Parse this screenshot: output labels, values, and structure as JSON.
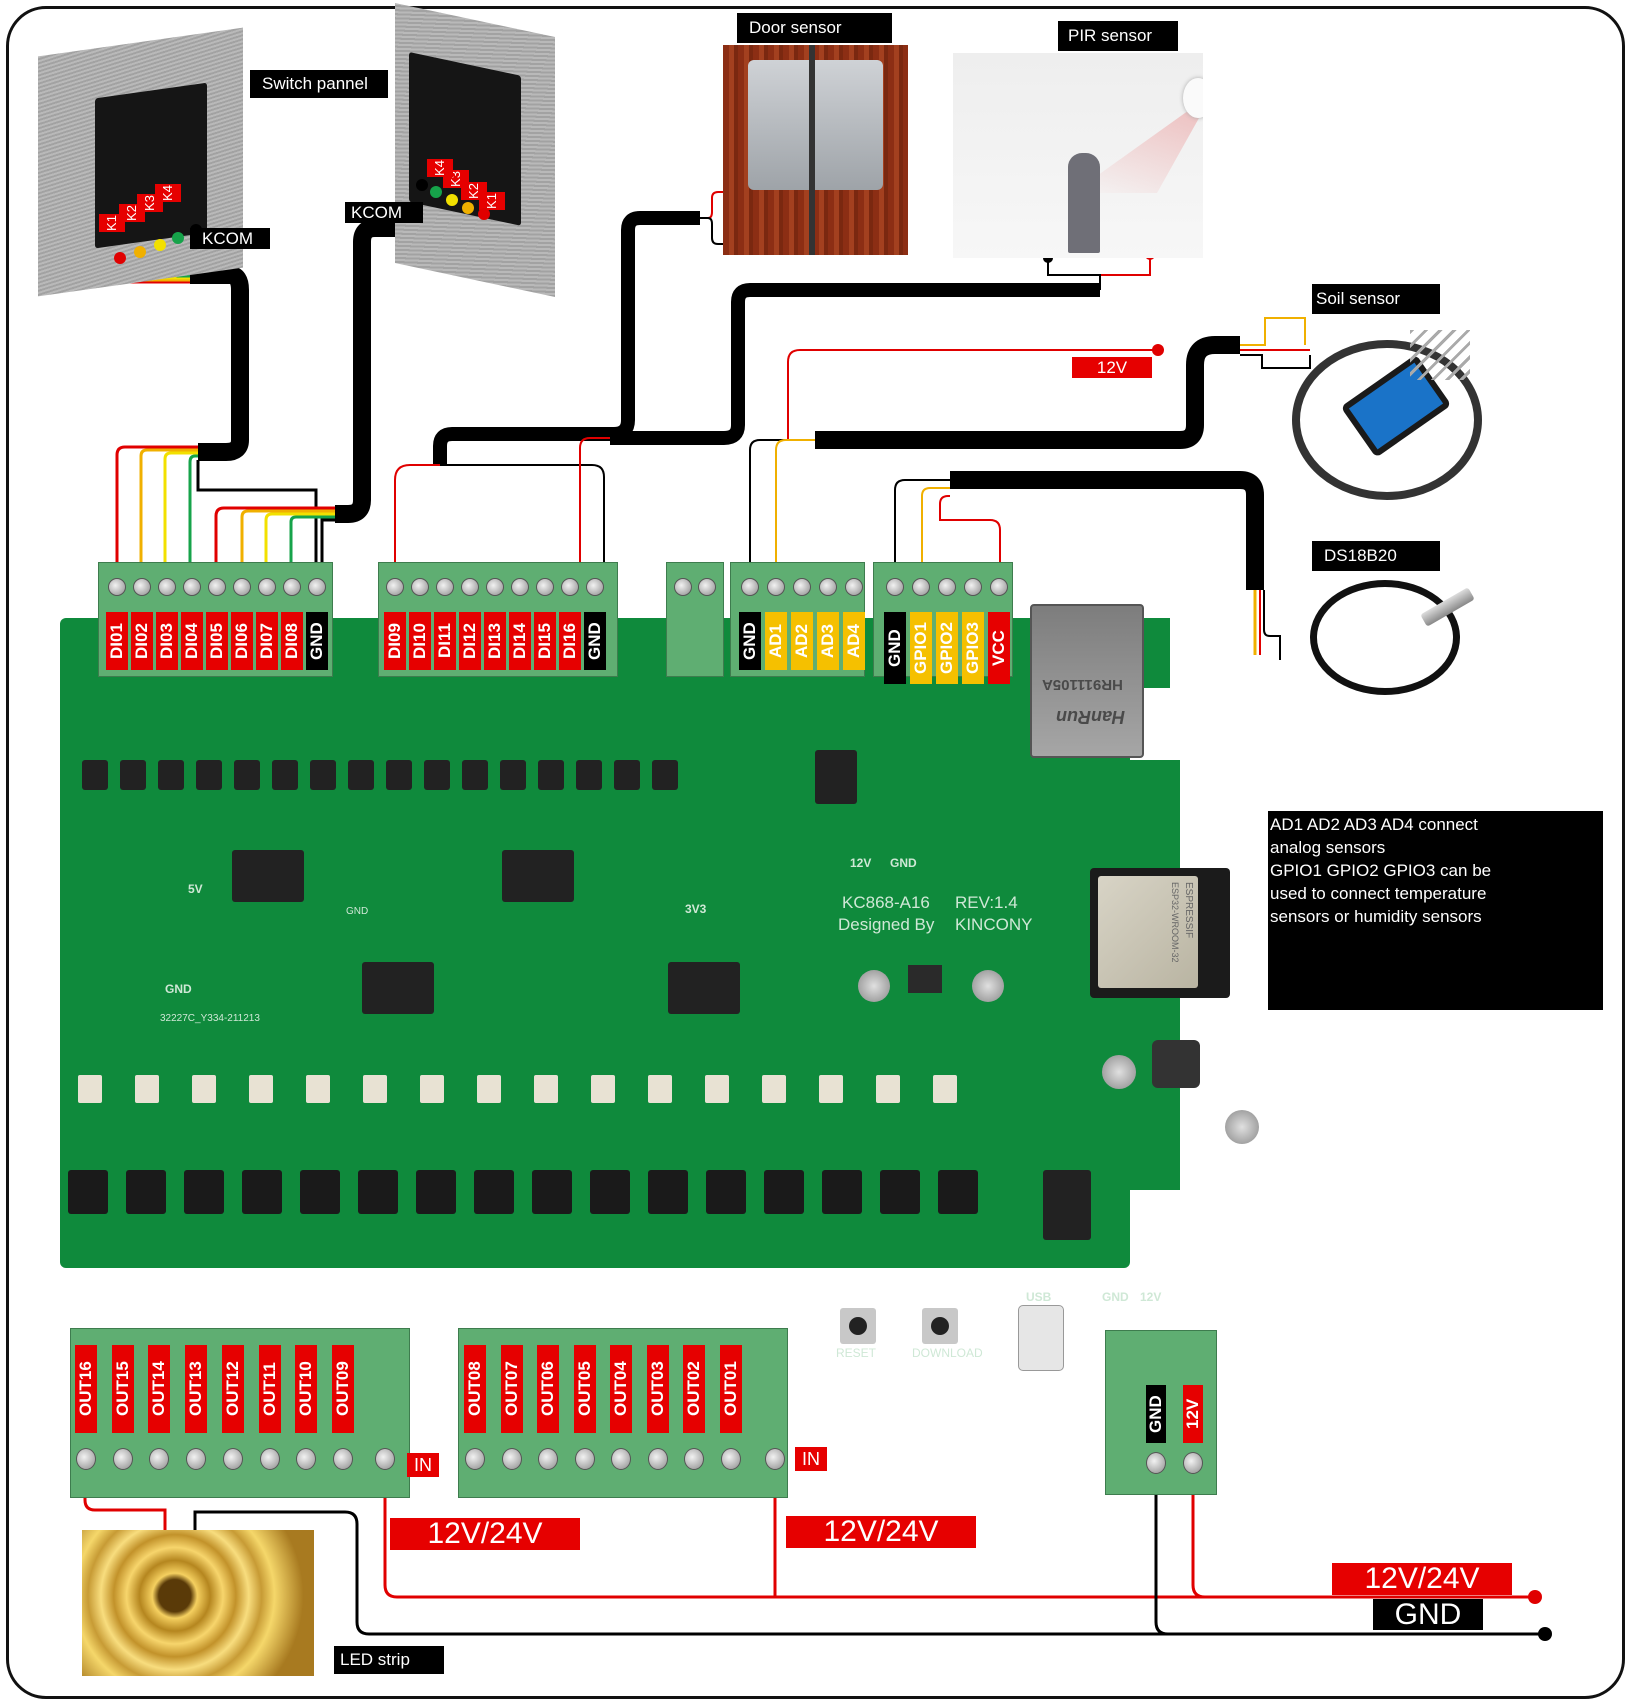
{
  "title_labels": {
    "switch_panel": "Switch pannel",
    "kcom_left": "KCOM",
    "kcom_right": "KCOM",
    "door_sensor": "Door sensor",
    "pir_sensor": "PIR sensor",
    "soil_sensor": "Soil sensor",
    "ds18b20": "DS18B20",
    "led_strip": "LED strip",
    "supply_12v": "12V"
  },
  "switch_keys": [
    "K1",
    "K2",
    "K3",
    "K4"
  ],
  "di_block_1": [
    "DI01",
    "DI02",
    "DI03",
    "DI04",
    "DI05",
    "DI06",
    "DI07",
    "DI08",
    "GND"
  ],
  "di_block_2": [
    "DI09",
    "DI10",
    "DI11",
    "DI12",
    "DI13",
    "DI14",
    "DI15",
    "DI16",
    "GND"
  ],
  "ad_block": [
    "GND",
    "AD1",
    "AD2",
    "AD3",
    "AD4"
  ],
  "gpio_block": [
    "GND",
    "GPIO1",
    "GPIO2",
    "GPIO3",
    "VCC"
  ],
  "out_block_1": [
    "OUT16",
    "OUT15",
    "OUT14",
    "OUT13",
    "OUT12",
    "OUT11",
    "OUT10",
    "OUT09"
  ],
  "out_block_2": [
    "OUT08",
    "OUT07",
    "OUT06",
    "OUT05",
    "OUT04",
    "OUT03",
    "OUT02",
    "OUT01"
  ],
  "in_label": "IN",
  "power_block": [
    "GND",
    "12V"
  ],
  "voltage_labels": {
    "out1_supply": "12V/24V",
    "out2_supply": "12V/24V",
    "main_supply": "12V/24V",
    "main_gnd": "GND"
  },
  "board": {
    "model": "KC868-A16",
    "revision": "REV:1.4",
    "designed_by": "Designed By",
    "maker": "KINCONY",
    "silk_12v": "12V",
    "silk_gnd": "GND",
    "silk_5v": "5V",
    "silk_3v3": "3V3",
    "silk_gnd2": "GND",
    "silk_gnd3": "GND",
    "serial": "32227C_Y334-211213",
    "reset": "RESET",
    "download": "DOWNLOAD",
    "usb": "USB",
    "pwr_gnd": "GND",
    "pwr_12v": "12V",
    "module_brand": "ESPRESSIF",
    "module_name": "ESP32-WROOM-32",
    "rj45_brand": "HanRun",
    "rj45_part": "HR911105A"
  },
  "note": {
    "lines": [
      "AD1 AD2 AD3 AD4 connect",
      "analog sensors",
      "GPIO1 GPIO2 GPIO3 can be",
      "used to connect temperature",
      "sensors or humidity sensors"
    ]
  },
  "colors": {
    "wire_red": "#e00000",
    "wire_yellow": "#f2e000",
    "wire_orange": "#f0b000",
    "wire_green": "#16a34a",
    "wire_black": "#000000",
    "label_red": "#e60000",
    "label_yellow": "#f5c000",
    "pcb_green": "#0f8a3c",
    "terminal_green": "#5fae72"
  }
}
